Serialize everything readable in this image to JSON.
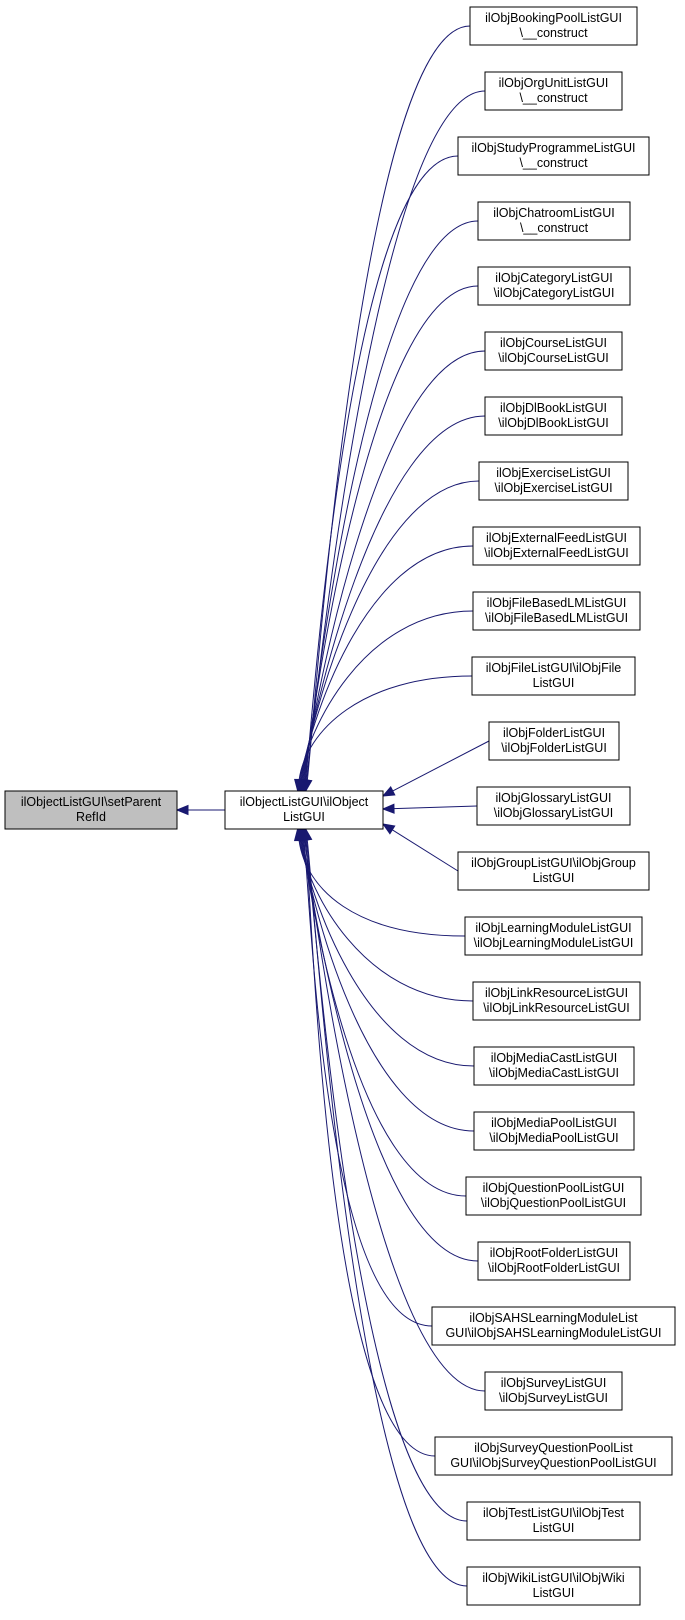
{
  "diagram": {
    "colors": {
      "edge": "#191970",
      "focus_fill": "#bfbfbf",
      "node_fill": "#ffffff",
      "node_border": "#000000"
    },
    "focus_node": {
      "id": "setParentRefId",
      "lines": [
        "ilObjectListGUI\\setParent",
        "RefId"
      ]
    },
    "hub_node": {
      "id": "ilObjectListGUI",
      "lines": [
        "ilObjectListGUI\\ilObject",
        "ListGUI"
      ]
    },
    "callers": [
      {
        "id": "bookingpool",
        "lines": [
          "ilObjBookingPoolListGUI",
          "\\__construct"
        ]
      },
      {
        "id": "orgunit",
        "lines": [
          "ilObjOrgUnitListGUI",
          "\\__construct"
        ]
      },
      {
        "id": "studyprogramme",
        "lines": [
          "ilObjStudyProgrammeListGUI",
          "\\__construct"
        ]
      },
      {
        "id": "chatroom",
        "lines": [
          "ilObjChatroomListGUI",
          "\\__construct"
        ]
      },
      {
        "id": "category",
        "lines": [
          "ilObjCategoryListGUI",
          "\\ilObjCategoryListGUI"
        ]
      },
      {
        "id": "course",
        "lines": [
          "ilObjCourseListGUI",
          "\\ilObjCourseListGUI"
        ]
      },
      {
        "id": "dlbook",
        "lines": [
          "ilObjDlBookListGUI",
          "\\ilObjDlBookListGUI"
        ]
      },
      {
        "id": "exercise",
        "lines": [
          "ilObjExerciseListGUI",
          "\\ilObjExerciseListGUI"
        ]
      },
      {
        "id": "externalfeed",
        "lines": [
          "ilObjExternalFeedListGUI",
          "\\ilObjExternalFeedListGUI"
        ]
      },
      {
        "id": "filebasedlm",
        "lines": [
          "ilObjFileBasedLMListGUI",
          "\\ilObjFileBasedLMListGUI"
        ]
      },
      {
        "id": "file",
        "lines": [
          "ilObjFileListGUI\\ilObjFile",
          "ListGUI"
        ]
      },
      {
        "id": "folder",
        "lines": [
          "ilObjFolderListGUI",
          "\\ilObjFolderListGUI"
        ]
      },
      {
        "id": "glossary",
        "lines": [
          "ilObjGlossaryListGUI",
          "\\ilObjGlossaryListGUI"
        ]
      },
      {
        "id": "group",
        "lines": [
          "ilObjGroupListGUI\\ilObjGroup",
          "ListGUI"
        ]
      },
      {
        "id": "learningmodule",
        "lines": [
          "ilObjLearningModuleListGUI",
          "\\ilObjLearningModuleListGUI"
        ]
      },
      {
        "id": "linkresource",
        "lines": [
          "ilObjLinkResourceListGUI",
          "\\ilObjLinkResourceListGUI"
        ]
      },
      {
        "id": "mediacast",
        "lines": [
          "ilObjMediaCastListGUI",
          "\\ilObjMediaCastListGUI"
        ]
      },
      {
        "id": "mediapool",
        "lines": [
          "ilObjMediaPoolListGUI",
          "\\ilObjMediaPoolListGUI"
        ]
      },
      {
        "id": "questionpool",
        "lines": [
          "ilObjQuestionPoolListGUI",
          "\\ilObjQuestionPoolListGUI"
        ]
      },
      {
        "id": "rootfolder",
        "lines": [
          "ilObjRootFolderListGUI",
          "\\ilObjRootFolderListGUI"
        ]
      },
      {
        "id": "sahslearningmodule",
        "lines": [
          "ilObjSAHSLearningModuleList",
          "GUI\\ilObjSAHSLearningModuleListGUI"
        ]
      },
      {
        "id": "survey",
        "lines": [
          "ilObjSurveyListGUI",
          "\\ilObjSurveyListGUI"
        ]
      },
      {
        "id": "surveyquestionpool",
        "lines": [
          "ilObjSurveyQuestionPoolList",
          "GUI\\ilObjSurveyQuestionPoolListGUI"
        ]
      },
      {
        "id": "test",
        "lines": [
          "ilObjTestListGUI\\ilObjTest",
          "ListGUI"
        ]
      },
      {
        "id": "wiki",
        "lines": [
          "ilObjWikiListGUI\\ilObjWiki",
          "ListGUI"
        ]
      }
    ]
  }
}
